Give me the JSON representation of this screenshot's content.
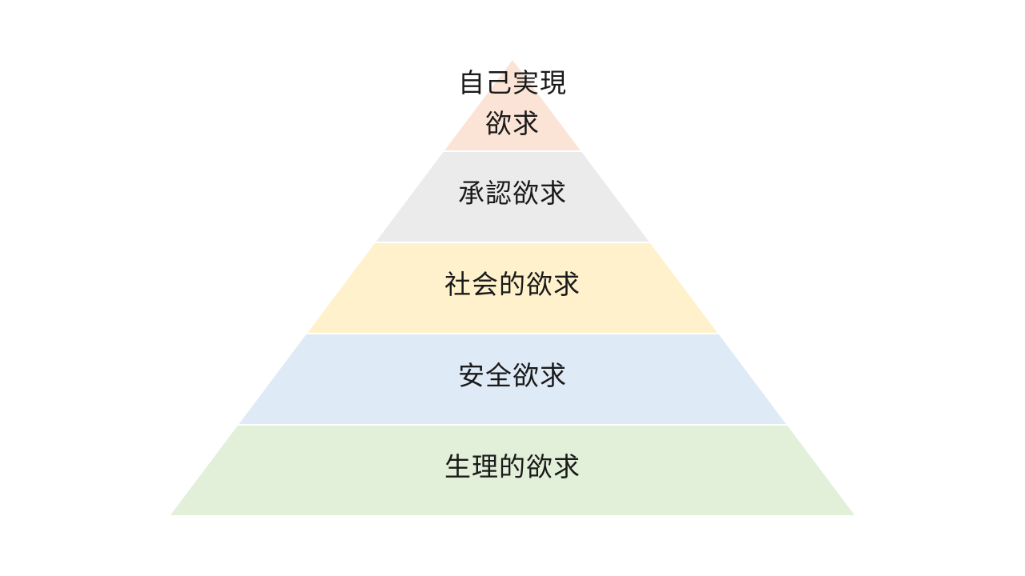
{
  "pyramid": {
    "tiers": [
      {
        "lines": [
          "自己実現",
          "欲求"
        ],
        "color": "#fbe4d6"
      },
      {
        "lines": [
          "承認欲求"
        ],
        "color": "#ebebeb"
      },
      {
        "lines": [
          "社会的欲求"
        ],
        "color": "#fff1cc"
      },
      {
        "lines": [
          "安全欲求"
        ],
        "color": "#deeaf6"
      },
      {
        "lines": [
          "生理的欲求"
        ],
        "color": "#e2efd9"
      }
    ]
  }
}
